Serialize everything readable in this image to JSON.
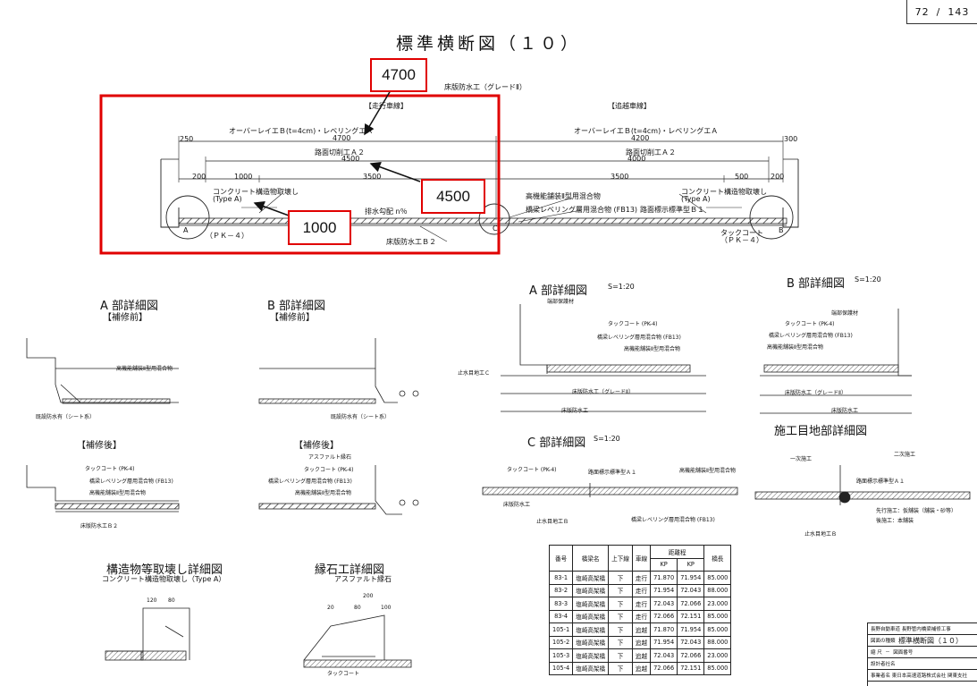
{
  "page": {
    "current": "72",
    "separator": "/",
    "total": "143"
  },
  "title": "標準横断図（１０）",
  "callouts": [
    "4700",
    "4500",
    "1000"
  ],
  "main": {
    "top_label": "床版防水工（グレードⅡ）",
    "lane_left": "【走行車線】",
    "lane_right": "【追越車線】",
    "overlay_left": "オーバーレイエＢ(t=4cm)・レベリングエＡ",
    "overlay_right": "オーバーレイエＢ(t=4cm)・レベリングエＡ",
    "dim_4700": "4700",
    "dim_4200": "4200",
    "cut_left": "路面切削工Ａ２",
    "cut_right": "路面切削工Ａ２",
    "dim_4500": "4500",
    "dim_4000": "4000",
    "dim_1000": "1000",
    "dim_3500a": "3500",
    "dim_3500b": "3500",
    "dim_500": "500",
    "dim_250": "250",
    "dim_200a": "200",
    "dim_200b": "200",
    "dim_300": "300",
    "concrete_left": "コンクリート構造物取壊し",
    "type_a": "(Type A)",
    "concrete_right": "コンクリート構造物取壊し",
    "type_a2": "(Type A)",
    "drain": "排水勾配 n％",
    "mix_high": "高機能舗装Ⅱ型用混合物",
    "mix_level": "橋梁レベリング層用混合物 (FB13)",
    "mark_b1": "路面標示標準型Ｂ１",
    "tack": "タックコート",
    "pk4_left": "（ＰＫ－４）",
    "pk4_right": "（ＰＫ－４）",
    "waterproof": "床版防水工Ｂ２",
    "label_a": "A",
    "label_b": "B",
    "label_c": "C"
  },
  "details": {
    "a_before_title": "A 部詳細図",
    "a_before_sub": "【補修前】",
    "b_before_title": "B 部詳細図",
    "b_before_sub": "【補修前】",
    "after": "【補修後】",
    "after_b": "【補修後】",
    "a_scale_title": "A 部詳細図",
    "a_scale": "S=1:20",
    "b_scale_title": "B 部詳細図",
    "b_scale": "S=1:20",
    "c_scale_title": "C 部詳細図",
    "c_scale": "S=1:20",
    "joint_title": "施工目地部詳細図",
    "struct_title": "構造物等取壊し詳細図",
    "struct_sub": "コンクリート構造物取壊し（Type A）",
    "curb_title": "縁石工詳細図",
    "curb_sub": "アスファルト縁石",
    "tack_pk4": "タックコート (PK-4)",
    "level_fb13": "橋梁レベリング層用混合物 (FB13)",
    "high_mix": "高機能舗装Ⅱ型用混合物",
    "deck_wp": "床版防水工Ｂ２",
    "deck_wp_g2": "床版防水工（グレードⅡ）",
    "deck_wp_simple": "床版防水工",
    "existing_wp": "既設防水有（シート系）",
    "stop_joint": "止水目地工Ｃ",
    "stop_joint_b": "止水目地工Ｂ",
    "mark_a1": "路面標示標準型Ａ１",
    "first_work": "一次施工",
    "second_work": "二次施工",
    "precede": "先行施工：仮舗装（舗装・砂等）",
    "after_work": "後施工：本舗装",
    "edge_protect": "端部保護材",
    "asphalt_curb": "アスファルト縁石",
    "tack_coat": "タックコート",
    "dims_struct": [
      "120",
      "80"
    ],
    "dims_curb": [
      "200",
      "20",
      "80",
      "100"
    ]
  },
  "table": {
    "headers": [
      "番号",
      "橋梁名",
      "上下線",
      "車線",
      "距離程",
      "橋長"
    ],
    "subheaders": [
      "KP",
      "KP"
    ],
    "rows": [
      [
        "83-1",
        "塩崎高架橋",
        "下",
        "走行",
        "71.870",
        "71.954",
        "85.000"
      ],
      [
        "83-2",
        "塩崎高架橋",
        "下",
        "走行",
        "71.954",
        "72.043",
        "88.000"
      ],
      [
        "83-3",
        "塩崎高架橋",
        "下",
        "走行",
        "72.043",
        "72.066",
        "23.000"
      ],
      [
        "83-4",
        "塩崎高架橋",
        "下",
        "走行",
        "72.066",
        "72.151",
        "85.000"
      ],
      [
        "105-1",
        "塩崎高架橋",
        "下",
        "追越",
        "71.870",
        "71.954",
        "85.000"
      ],
      [
        "105-2",
        "塩崎高架橋",
        "下",
        "追越",
        "71.954",
        "72.043",
        "88.000"
      ],
      [
        "105-3",
        "塩崎高架橋",
        "下",
        "追越",
        "72.043",
        "72.066",
        "23.000"
      ],
      [
        "105-4",
        "塩崎高架橋",
        "下",
        "追越",
        "72.066",
        "72.151",
        "85.000"
      ]
    ]
  },
  "titleblock": {
    "project": "長野自動車道 長野管内橋梁補修工事",
    "kind_label": "図面の種類",
    "kind": "標準横断図（１０）",
    "scale_label": "縮 尺",
    "scale": "－",
    "num_label": "図面番号",
    "designer_label": "設計者社名",
    "company_label": "事業者名",
    "company": "東日本高速道路株式会社 関東支社"
  },
  "colors": {
    "red": "#e00000",
    "line": "#222222"
  }
}
